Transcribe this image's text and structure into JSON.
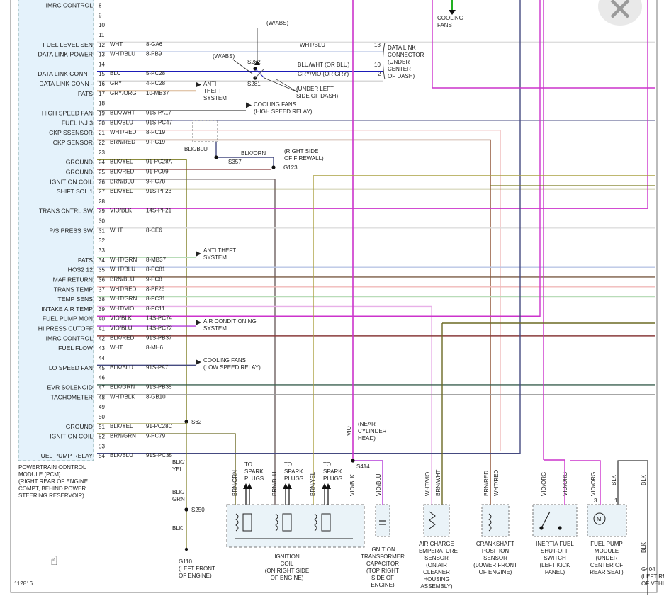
{
  "close_glyph": "✕",
  "cursor_glyph": "☝",
  "diagram_id": "112816",
  "pcm": {
    "label_lines": [
      "POWERTRAIN CONTROL",
      "MODULE (PCM)",
      "(RIGHT REAR OF ENGINE",
      "COMPT, BEHIND POWER",
      "STEERING RESERVOIR)"
    ],
    "pins": [
      {
        "num": "8",
        "name": "IMRC CONTROL"
      },
      {
        "num": "9",
        "name": ""
      },
      {
        "num": "10",
        "name": ""
      },
      {
        "num": "11",
        "name": ""
      },
      {
        "num": "12",
        "name": "FUEL LEVEL SEN",
        "color": "WHT",
        "circuit": "8-GA6"
      },
      {
        "num": "13",
        "name": "DATA LINK POWER",
        "color": "WHT/BLU",
        "circuit": "8-PB9"
      },
      {
        "num": "14",
        "name": ""
      },
      {
        "num": "15",
        "name": "DATA LINK CONN +",
        "color": "BLU",
        "circuit": "5-PC28"
      },
      {
        "num": "16",
        "name": "DATA LINK CONN -",
        "color": "GRY",
        "circuit": "4-PC28"
      },
      {
        "num": "17",
        "name": "PATS",
        "color": "GRY/ORG",
        "circuit": "10-MB37"
      },
      {
        "num": "18",
        "name": ""
      },
      {
        "num": "19",
        "name": "HIGH SPEED FAN",
        "color": "BLK/WHT",
        "circuit": "91S-PA17"
      },
      {
        "num": "20",
        "name": "FUEL INJ 3",
        "color": "BLK/BLU",
        "circuit": "91S-PC47"
      },
      {
        "num": "21",
        "name": "CKP SSENSOR",
        "color": "WHT/RED",
        "circuit": "8-PC19"
      },
      {
        "num": "22",
        "name": "CKP SENSOR",
        "color": "BRN/RED",
        "circuit": "9-PC19"
      },
      {
        "num": "23",
        "name": ""
      },
      {
        "num": "24",
        "name": "GROUND",
        "color": "BLK/YEL",
        "circuit": "91-PC28A"
      },
      {
        "num": "25",
        "name": "GROUND",
        "color": "BLK/RED",
        "circuit": "91-PC99"
      },
      {
        "num": "26",
        "name": "IGNITION COIL",
        "color": "BRN/BLU",
        "circuit": "9-PC78"
      },
      {
        "num": "27",
        "name": "SHIFT SOL 1",
        "color": "BLK/YEL",
        "circuit": "91S-PF23"
      },
      {
        "num": "28",
        "name": ""
      },
      {
        "num": "29",
        "name": "TRANS CNTRL SW",
        "color": "VIO/BLK",
        "circuit": "14S-PF21"
      },
      {
        "num": "30",
        "name": ""
      },
      {
        "num": "31",
        "name": "P/S PRESS SW",
        "color": "WHT",
        "circuit": "8-CE6"
      },
      {
        "num": "32",
        "name": ""
      },
      {
        "num": "33",
        "name": ""
      },
      {
        "num": "34",
        "name": "PATS",
        "color": "WHT/GRN",
        "circuit": "8-MB37"
      },
      {
        "num": "35",
        "name": "HOS2 12",
        "color": "WHT/BLU",
        "circuit": "8-PC81"
      },
      {
        "num": "36",
        "name": "MAF RETURN",
        "color": "BRN/BLU",
        "circuit": "9-PC8"
      },
      {
        "num": "37",
        "name": "TRANS TEMP",
        "color": "WHT/RED",
        "circuit": "8-PF26"
      },
      {
        "num": "38",
        "name": "TEMP SENS",
        "color": "WHT/GRN",
        "circuit": "8-PC31"
      },
      {
        "num": "39",
        "name": "INTAKE AIR TEMP",
        "color": "WHT/VIO",
        "circuit": "8-PC11"
      },
      {
        "num": "40",
        "name": "FUEL PUMP MON",
        "color": "VIO/BLK",
        "circuit": "14S-PC74"
      },
      {
        "num": "41",
        "name": "HI PRESS CUTOFF",
        "color": "VIO/BLU",
        "circuit": "14S-PC72"
      },
      {
        "num": "42",
        "name": "IMRC CONTROL",
        "color": "BLK/RED",
        "circuit": "91S-PB37"
      },
      {
        "num": "43",
        "name": "FUEL FLOW",
        "color": "WHT",
        "circuit": "8-MH6"
      },
      {
        "num": "44",
        "name": ""
      },
      {
        "num": "45",
        "name": "LO SPEED FAN",
        "color": "BLK/BLU",
        "circuit": "91S-PA7"
      },
      {
        "num": "46",
        "name": ""
      },
      {
        "num": "47",
        "name": "EVR SOLENOID",
        "color": "BLK/GRN",
        "circuit": "91S-PB35"
      },
      {
        "num": "48",
        "name": "TACHOMETER",
        "color": "WHT/BLK",
        "circuit": "8-GB10"
      },
      {
        "num": "49",
        "name": ""
      },
      {
        "num": "50",
        "name": ""
      },
      {
        "num": "51",
        "name": "GROUND",
        "color": "BLK/YEL",
        "circuit": "91-PC28C"
      },
      {
        "num": "52",
        "name": "IGNITION COIL",
        "color": "BRN/GRN",
        "circuit": "9-PC79"
      },
      {
        "num": "53",
        "name": ""
      },
      {
        "num": "54",
        "name": "FUEL PUMP RELAY",
        "color": "BLK/BLU",
        "circuit": "91S-PC35"
      }
    ]
  },
  "notes": {
    "w_abs_top": "(W/ABS)",
    "w_abs_left": "(W/ABS)",
    "s282": "S282",
    "s281": "S281",
    "under_left_dash": [
      "(UNDER LEFT",
      "SIDE OF DASH)"
    ],
    "wire_13": "WHT/BLU",
    "wire_10": "BLU/WHT (OR BLU)",
    "wire_2": "GRY/VIO (OR GRY)",
    "dlc_pins": [
      "13",
      "10",
      "2"
    ],
    "dlc": [
      "DATA LINK",
      "CONNECTOR",
      "(UNDER",
      "CENTER",
      "OF DASH)"
    ],
    "anti_theft_1": [
      "ANTI",
      "THEFT",
      "SYSTEM"
    ],
    "cooling_fans_high": [
      "COOLING FANS",
      "(HIGH SPEED RELAY)"
    ],
    "blk_blu": "BLK/BLU",
    "blk_orn": "BLK/ORN",
    "s357": "S357",
    "g123": "G123",
    "right_firewall": [
      "(RIGHT SIDE",
      "OF FIREWALL)"
    ],
    "anti_theft_2": [
      "ANTI THEFT",
      "SYSTEM"
    ],
    "ac_system": [
      "AIR CONDITIONING",
      "SYSTEM"
    ],
    "cooling_fans_low": [
      "COOLING FANS",
      "(LOW SPEED RELAY)"
    ],
    "cooling_fans_top": [
      "COOLING",
      "FANS"
    ],
    "s62": "S62",
    "vio_label": "VIO",
    "near_cyl_head": [
      "(NEAR",
      "CYLINDER",
      "HEAD)"
    ],
    "s414": "S414",
    "ground_wire_labels": [
      "BLK/",
      "YEL",
      "BLK/",
      "GRN",
      "BLK"
    ],
    "s250": "S250",
    "g110": [
      "G110",
      "(LEFT FRONT",
      "OF ENGINE)"
    ],
    "to_spark_plugs": [
      "TO",
      "SPARK",
      "PLUGS"
    ],
    "coil_wires": [
      "BRN/GRN",
      "BRN/BLU",
      "BRN/YEL",
      "VIO/BLK"
    ],
    "ignition_coil": [
      "IGNITION",
      "COIL",
      "(ON RIGHT SIDE",
      "OF ENGINE)"
    ],
    "cap_wire": "VIO/BLU",
    "capacitor": [
      "IGNITION",
      "TRANSFORMER",
      "CAPACITOR",
      "(TOP RIGHT",
      "SIDE OF",
      "ENGINE)"
    ],
    "act_wires": [
      "WHT/VIO",
      "BRN/WHT"
    ],
    "act_sensor": [
      "AIR CHARGE",
      "TEMPERATURE",
      "SENSOR",
      "(ON AIR",
      "CLEANER",
      "HOUSING",
      "ASSEMBLY)"
    ],
    "ckp_wires": [
      "BRN/RED",
      "WHT/RED"
    ],
    "ckp_sensor": [
      "CRANKSHAFT",
      "POSITION",
      "SENSOR",
      "(LOWER FRONT",
      "OF ENGINE)"
    ],
    "inertia_wires": [
      "VIO/ORG",
      "VIO/ORG"
    ],
    "inertia_switch": [
      "INERTIA FUEL",
      "SHUT-OFF",
      "SWITCH",
      "(LEFT KICK",
      "PANEL)"
    ],
    "fuel_pump_wires": [
      "VIO/ORG",
      "BLK"
    ],
    "fp_pins": [
      "3",
      "1"
    ],
    "fuel_pump_module": [
      "FUEL PUMP",
      "MODULE",
      "(UNDER",
      "CENTER OF",
      "REAR SEAT)"
    ],
    "blk_right": [
      "BLK",
      "BLK"
    ],
    "g404": [
      "G404",
      "(LEFT REAR",
      "OF VEHICLE"
    ],
    "motor_symbol": "M"
  },
  "colors": {
    "wht": "#dddddd",
    "wht_blu": "#b8c4e4",
    "blu": "#1b1bb8",
    "gry": "#666666",
    "gry_org": "#b06a20",
    "blk_wht": "#444444",
    "blk_blu": "#454a80",
    "wht_red": "#f0b8b8",
    "brn_red": "#8a4a2a",
    "blk_yel": "#7c7c20",
    "blk_red": "#8a3b3b",
    "brn_blu": "#6e6060",
    "vio_blk": "#cc33cc",
    "wht_grn": "#b8dcb8",
    "wht_vio": "#e8b0e8",
    "vio_blu": "#b33cd9",
    "brn_grn": "#6b6a24",
    "blk_grn": "#3c6050",
    "wht_blk": "#999999",
    "brn_blu2": "#7a5a44",
    "bright_green": "#22b022",
    "pcm_fill": "#e4f2fb",
    "blk": "#333333",
    "yel_olive": "#aaa040"
  }
}
